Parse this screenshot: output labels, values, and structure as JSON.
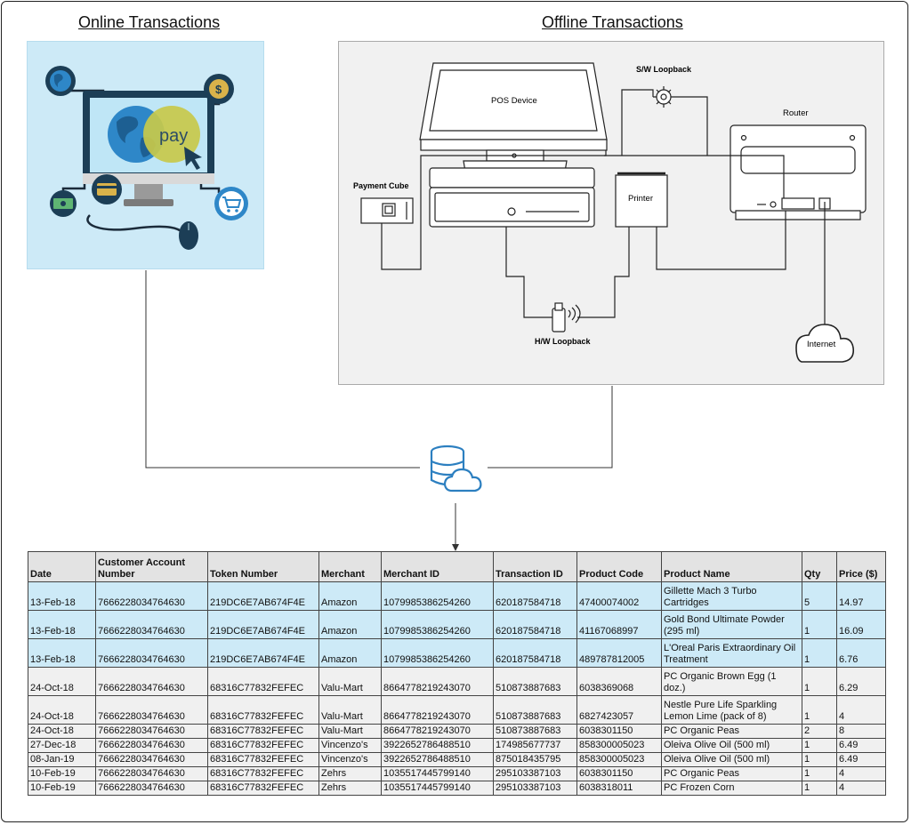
{
  "sections": {
    "online_title": "Online Transactions",
    "offline_title": "Offline Transactions"
  },
  "offline_labels": {
    "pos_device": "POS Device",
    "sw_loopback": "S/W Loopback",
    "router": "Router",
    "payment_cube": "Payment Cube",
    "printer": "Printer",
    "hw_loopback": "H/W Loopback",
    "internet": "Internet"
  },
  "online_labels": {
    "pay": "pay"
  },
  "icons": {
    "online": [
      "globe-icon",
      "dollar-coin-icon",
      "monitor-icon",
      "card-icon",
      "cash-icon",
      "cart-icon",
      "mouse-icon"
    ],
    "offline": [
      "pos-device-icon",
      "cash-drawer-icon",
      "payment-cube-icon",
      "printer-icon",
      "router-icon",
      "gear-icon",
      "usb-wireless-icon",
      "cloud-icon"
    ],
    "hub": "database-cloud-icon"
  },
  "colors": {
    "online_panel": "#cdeaf7",
    "offline_panel": "#f1f1f1",
    "hub_icon": "#2c7fc0"
  },
  "table": {
    "columns": [
      "Date",
      "Customer Account Number",
      "Token Number",
      "Merchant",
      "Merchant ID",
      "Transaction ID",
      "Product Code",
      "Product Name",
      "Qty",
      "Price ($)"
    ],
    "rows": [
      {
        "type": "online",
        "cells": [
          "13-Feb-18",
          "7666228034764630",
          "219DC6E7AB674F4E",
          "Amazon",
          "1079985386254260",
          "620187584718",
          "47400074002",
          "Gillette Mach 3 Turbo Cartridges",
          "5",
          "14.97"
        ]
      },
      {
        "type": "online",
        "cells": [
          "13-Feb-18",
          "7666228034764630",
          "219DC6E7AB674F4E",
          "Amazon",
          "1079985386254260",
          "620187584718",
          "41167068997",
          "Gold Bond Ultimate Powder (295 ml)",
          "1",
          "16.09"
        ]
      },
      {
        "type": "online",
        "cells": [
          "13-Feb-18",
          "7666228034764630",
          "219DC6E7AB674F4E",
          "Amazon",
          "1079985386254260",
          "620187584718",
          "489787812005",
          "L'Oreal Paris Extraordinary Oil Treatment",
          "1",
          "6.76"
        ]
      },
      {
        "type": "offline-tall",
        "cells": [
          "24-Oct-18",
          "7666228034764630",
          "68316C77832FEFEC",
          "Valu-Mart",
          "8664778219243070",
          "510873887683",
          "6038369068",
          "PC Organic Brown Egg (1 doz.)",
          "1",
          "6.29"
        ]
      },
      {
        "type": "offline-tall",
        "cells": [
          "24-Oct-18",
          "7666228034764630",
          "68316C77832FEFEC",
          "Valu-Mart",
          "8664778219243070",
          "510873887683",
          "6827423057",
          "Nestle Pure Life Sparkling Lemon Lime (pack of 8)",
          "1",
          "4"
        ]
      },
      {
        "type": "offline",
        "cells": [
          "24-Oct-18",
          "7666228034764630",
          "68316C77832FEFEC",
          "Valu-Mart",
          "8664778219243070",
          "510873887683",
          "6038301150",
          "PC Organic Peas",
          "2",
          "8"
        ]
      },
      {
        "type": "offline",
        "cells": [
          "27-Dec-18",
          "7666228034764630",
          "68316C77832FEFEC",
          "Vincenzo's",
          "3922652786488510",
          "174985677737",
          "858300005023",
          "Oleiva Olive Oil (500 ml)",
          "1",
          "6.49"
        ]
      },
      {
        "type": "offline",
        "cells": [
          "08-Jan-19",
          "7666228034764630",
          "68316C77832FEFEC",
          "Vincenzo's",
          "3922652786488510",
          "875018435795",
          "858300005023",
          "Oleiva Olive Oil (500 ml)",
          "1",
          "6.49"
        ]
      },
      {
        "type": "offline",
        "cells": [
          "10-Feb-19",
          "7666228034764630",
          "68316C77832FEFEC",
          "Zehrs",
          "1035517445799140",
          "295103387103",
          "6038301150",
          "PC Organic Peas",
          "1",
          "4"
        ]
      },
      {
        "type": "offline",
        "cells": [
          "10-Feb-19",
          "7666228034764630",
          "68316C77832FEFEC",
          "Zehrs",
          "1035517445799140",
          "295103387103",
          "6038318011",
          "PC Frozen Corn",
          "1",
          "4"
        ]
      }
    ]
  }
}
